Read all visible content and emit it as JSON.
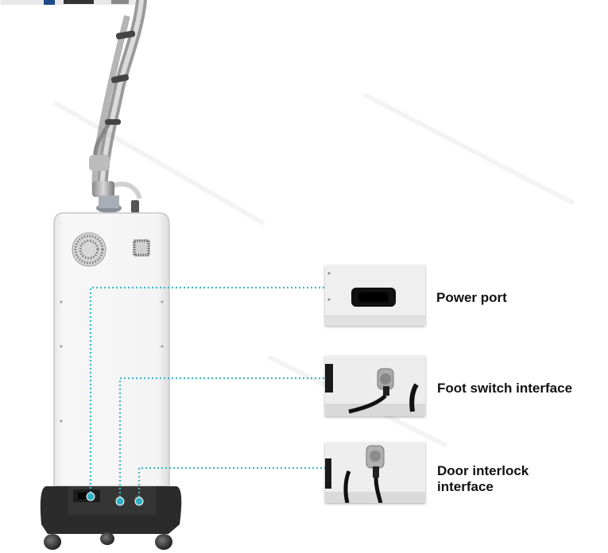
{
  "callouts": [
    {
      "label": "Power port"
    },
    {
      "label": "Foot switch interface"
    },
    {
      "label": "Door interlock interface"
    }
  ],
  "colors": {
    "dotted_line": "#3fb8c8",
    "connector_dot": "#2fb0c0",
    "cabinet": "#f3f3f3",
    "base": "#2a2a2a"
  }
}
